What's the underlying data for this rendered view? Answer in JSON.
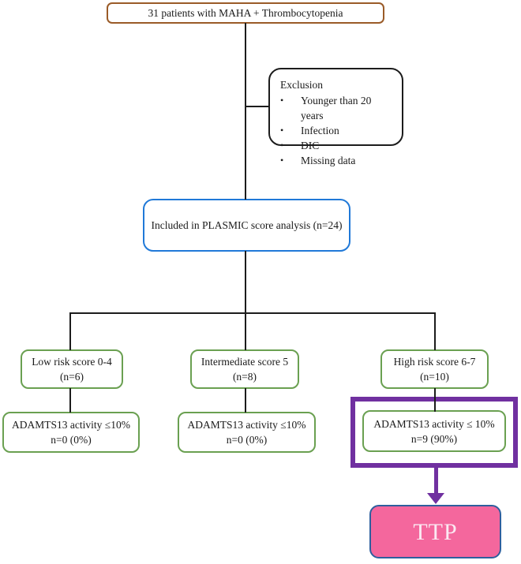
{
  "top_box": {
    "text": "31 patients with MAHA + Thrombocytopenia"
  },
  "exclusion": {
    "title": "Exclusion",
    "bullet": "•",
    "items": [
      "Younger than 20 years",
      "Infection",
      "DIC",
      "Missing data"
    ]
  },
  "plasmic_box": {
    "text": "Included in PLASMIC score analysis (n=24)"
  },
  "columns": [
    {
      "risk_line1": "Low risk score 0-4",
      "risk_line2": "(n=6)",
      "adamts_line1": "ADAMTS13 activity ≤10%",
      "adamts_line2": "n=0 (0%)"
    },
    {
      "risk_line1": "Intermediate score 5",
      "risk_line2": "(n=8)",
      "adamts_line1": "ADAMTS13 activity ≤10%",
      "adamts_line2": "n=0 (0%)"
    },
    {
      "risk_line1": "High risk score 6-7",
      "risk_line2": "(n=10)",
      "adamts_line1": "ADAMTS13 activity ≤ 10%",
      "adamts_line2": "n=9 (90%)",
      "highlighted": true
    }
  ],
  "ttp_box": {
    "text": "TTP"
  },
  "colors": {
    "brown": "#9a5b28",
    "blue": "#2079d8",
    "green": "#6aa051",
    "purple": "#7030a0",
    "pink": "#f4679d",
    "pinkborder": "#2e5f9e",
    "pinktext": "#fbe9f2",
    "line": "#1c1c1c"
  }
}
